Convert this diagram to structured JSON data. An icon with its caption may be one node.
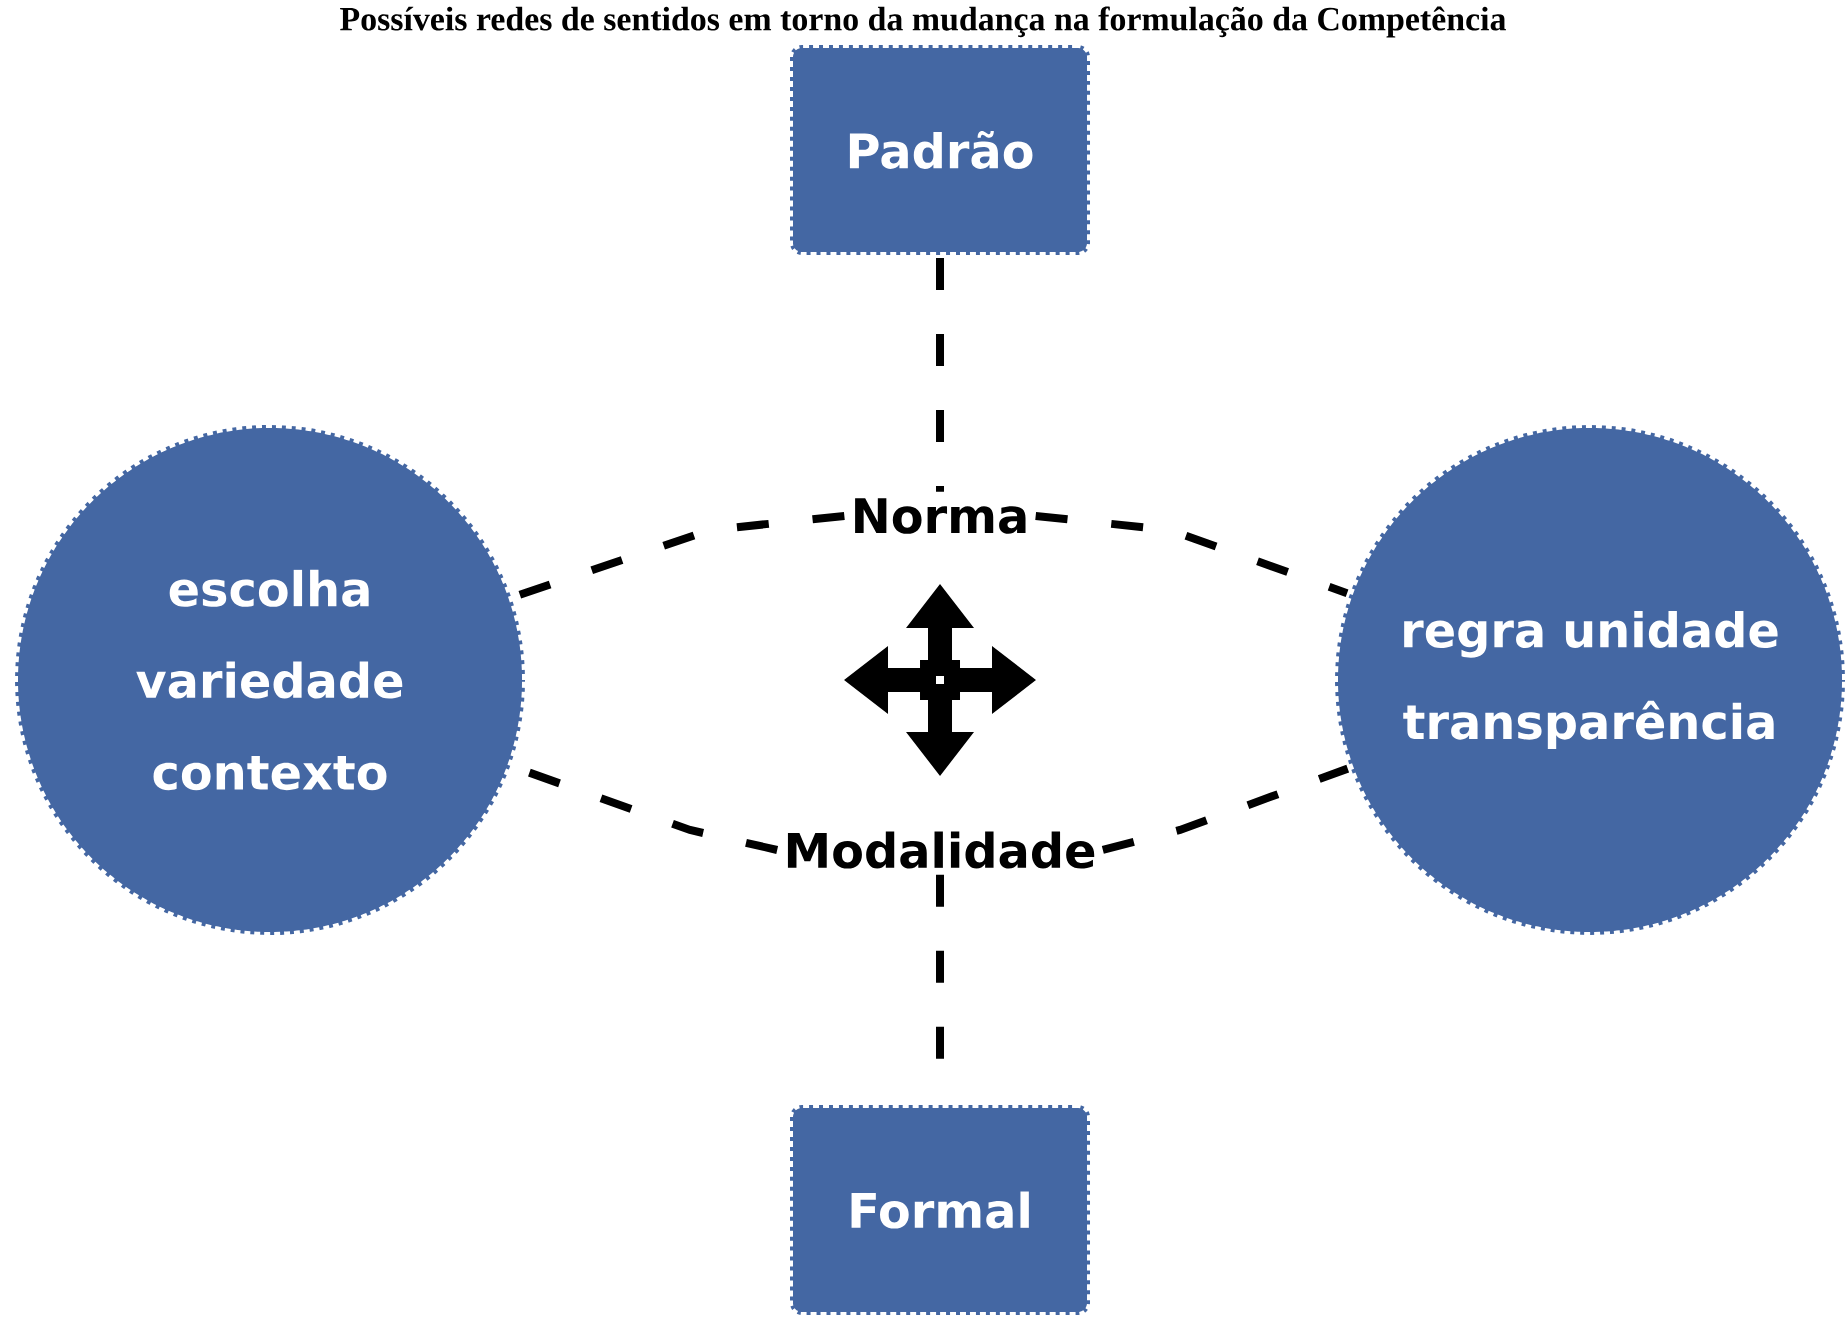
{
  "diagram": {
    "title": "Possíveis redes de sentidos em torno da mudança na formulação da Competência",
    "nodes": [
      {
        "text": [
          "Padrão"
        ]
      },
      {
        "text": [
          "escolha variedade contexto"
        ]
      },
      {
        "text": [
          "Norma"
        ]
      },
      {
        "text": [
          "regra unidade transparência"
        ]
      },
      {
        "text": [
          "Modalidade"
        ]
      },
      {
        "text": [
          "Formal"
        ]
      }
    ],
    "edges": [
      {
        "from": 0,
        "to": 2,
        "arrow": "none",
        "style": "dashed"
      },
      {
        "from": 2,
        "to": 1,
        "arrow": "none",
        "style": "dashed"
      },
      {
        "from": 2,
        "to": 3,
        "arrow": "none",
        "style": "dashed"
      },
      {
        "from": 4,
        "to": 1,
        "arrow": "none",
        "style": "dashed"
      },
      {
        "from": 4,
        "to": 3,
        "arrow": "none",
        "style": "dashed"
      },
      {
        "from": 4,
        "to": 5,
        "arrow": "none",
        "style": "dashed"
      }
    ]
  }
}
